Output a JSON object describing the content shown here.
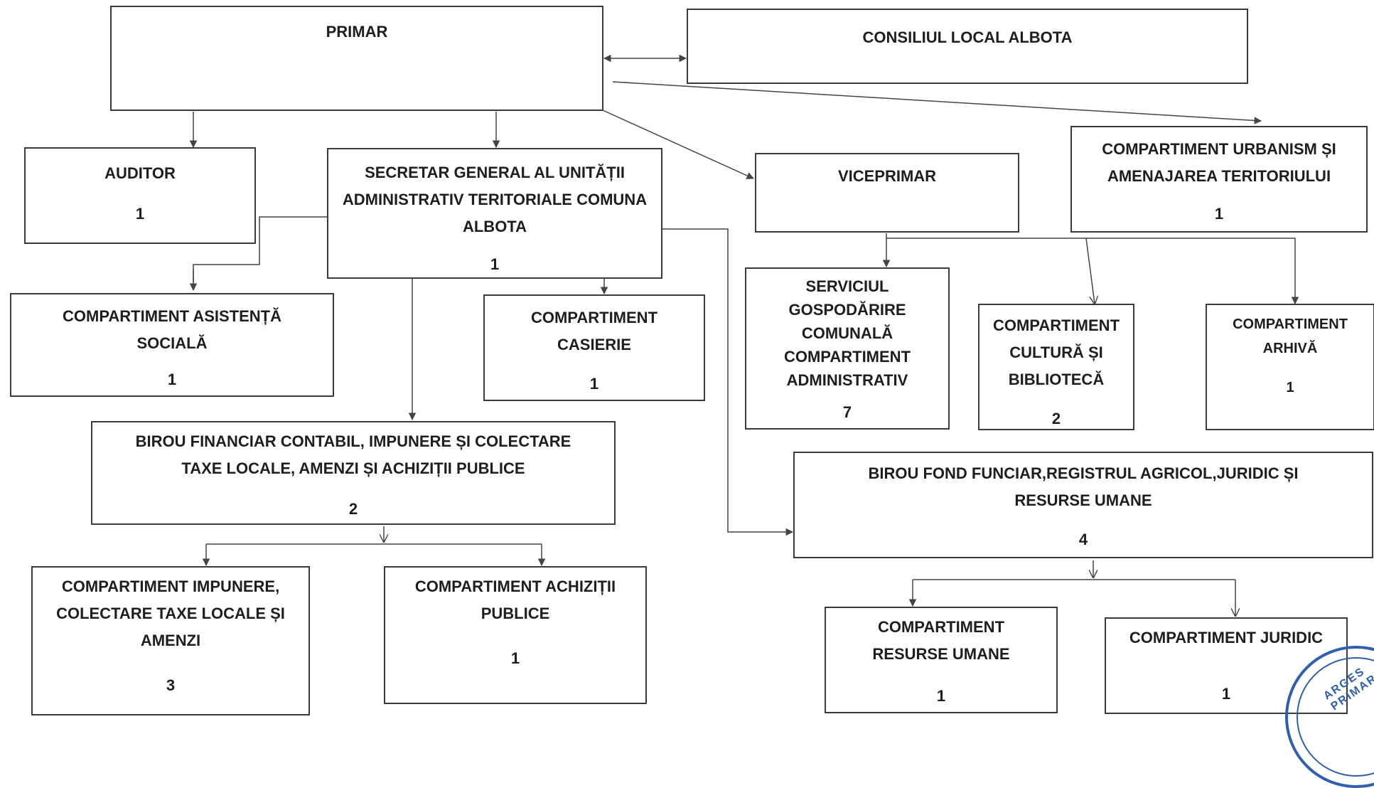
{
  "boxes": {
    "primar": {
      "title": "PRIMAR"
    },
    "consiliu": {
      "title": "CONSILIUL LOCAL ALBOTA"
    },
    "auditor": {
      "title": "AUDITOR",
      "count": "1"
    },
    "secretar": {
      "title": "SECRETAR GENERAL AL UNITĂȚII ADMINISTRATIV TERITORIALE COMUNA ALBOTA",
      "count": "1"
    },
    "viceprimar": {
      "title": "VICEPRIMAR"
    },
    "urbanism": {
      "title": "COMPARTIMENT URBANISM ȘI AMENAJAREA TERITORIULUI",
      "count": "1"
    },
    "asistenta": {
      "title": "COMPARTIMENT ASISTENȚĂ SOCIALĂ",
      "count": "1"
    },
    "casierie": {
      "title": "COMPARTIMENT CASIERIE",
      "count": "1"
    },
    "gospodarire": {
      "title": "SERVICIUL GOSPODĂRIRE COMUNALĂ COMPARTIMENT ADMINISTRATIV",
      "count": "7"
    },
    "cultura": {
      "title": "COMPARTIMENT CULTURĂ ȘI BIBLIOTECĂ",
      "count": "2"
    },
    "arhiva": {
      "title": "COMPARTIMENT ARHIVĂ",
      "count": "1"
    },
    "birou_financiar": {
      "title": "BIROU FINANCIAR CONTABIL, IMPUNERE ȘI COLECTARE TAXE LOCALE, AMENZI ȘI ACHIZIȚII PUBLICE",
      "count": "2"
    },
    "birou_fond": {
      "title": "BIROU FOND FUNCIAR,REGISTRUL AGRICOL,JURIDIC ȘI RESURSE UMANE",
      "count": "4"
    },
    "impunere": {
      "title": "COMPARTIMENT IMPUNERE, COLECTARE TAXE LOCALE ȘI AMENZI",
      "count": "3"
    },
    "achizitii": {
      "title": "COMPARTIMENT ACHIZIȚII PUBLICE",
      "count": "1"
    },
    "resurse": {
      "title": "COMPARTIMENT RESURSE UMANE",
      "count": "1"
    },
    "juridic": {
      "title": "COMPARTIMENT JURIDIC",
      "count": "1"
    }
  },
  "seal": {
    "text": "ARGES PRIMARIA"
  },
  "colors": {
    "line": "#444444",
    "border": "#3a3a3a",
    "seal": "#2f5fb0"
  }
}
